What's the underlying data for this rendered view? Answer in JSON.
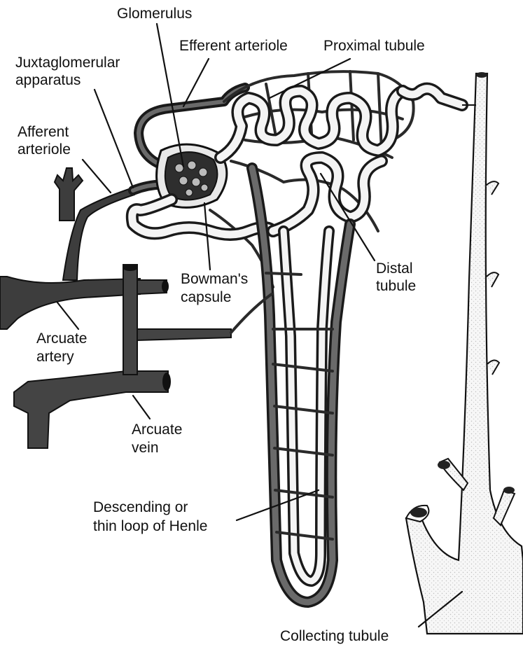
{
  "labels": {
    "glomerulus": "Glomerulus",
    "efferent_arteriole": "Efferent arteriole",
    "proximal_tubule": "Proximal tubule",
    "juxtaglomerular_1": "Juxtaglomerular",
    "juxtaglomerular_2": "apparatus",
    "afferent_1": "Afferent",
    "afferent_2": "arteriole",
    "bowmans_1": "Bowman's",
    "bowmans_2": "capsule",
    "distal_1": "Distal",
    "distal_2": "tubule",
    "arcuate_artery_1": "Arcuate",
    "arcuate_artery_2": "artery",
    "arcuate_vein_1": "Arcuate",
    "arcuate_vein_2": "vein",
    "henle_1": "Descending or",
    "henle_2": "thin loop of Henle",
    "collecting": "Collecting tubule"
  },
  "colors": {
    "ink": "#111111",
    "vessel": "#3c3c3c",
    "tubule_fill": "#f4f4f4",
    "background": "#ffffff"
  }
}
